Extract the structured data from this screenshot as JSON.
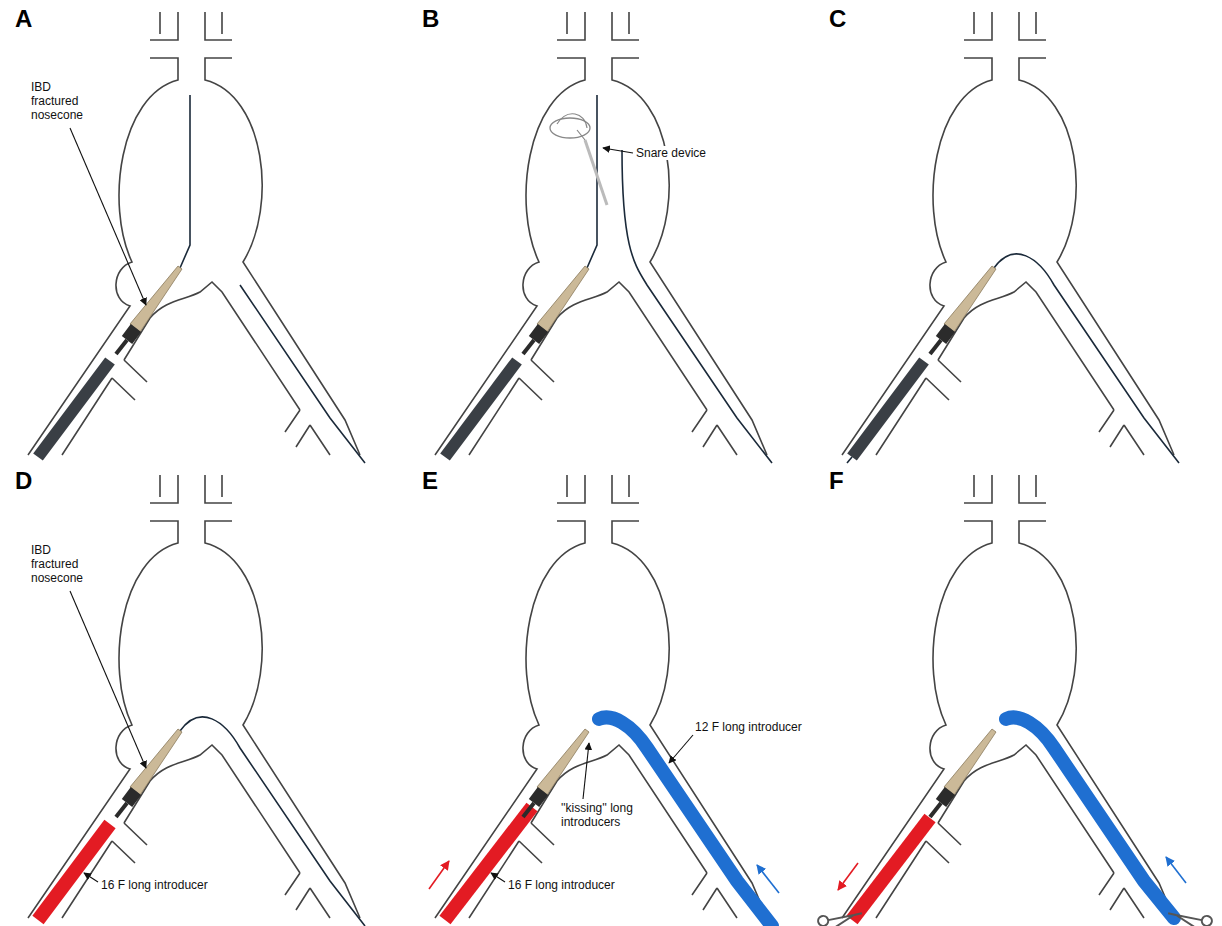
{
  "diagram": {
    "labels": [
      "A",
      "B",
      "C",
      "D",
      "E",
      "F",
      "IBD fractured nosecone",
      "Snare device",
      "IBD fractured nosecone",
      "16 F long introducer",
      "12 F long introducer",
      "''kissing'' long introducers",
      "16 F long introducer"
    ]
  }
}
